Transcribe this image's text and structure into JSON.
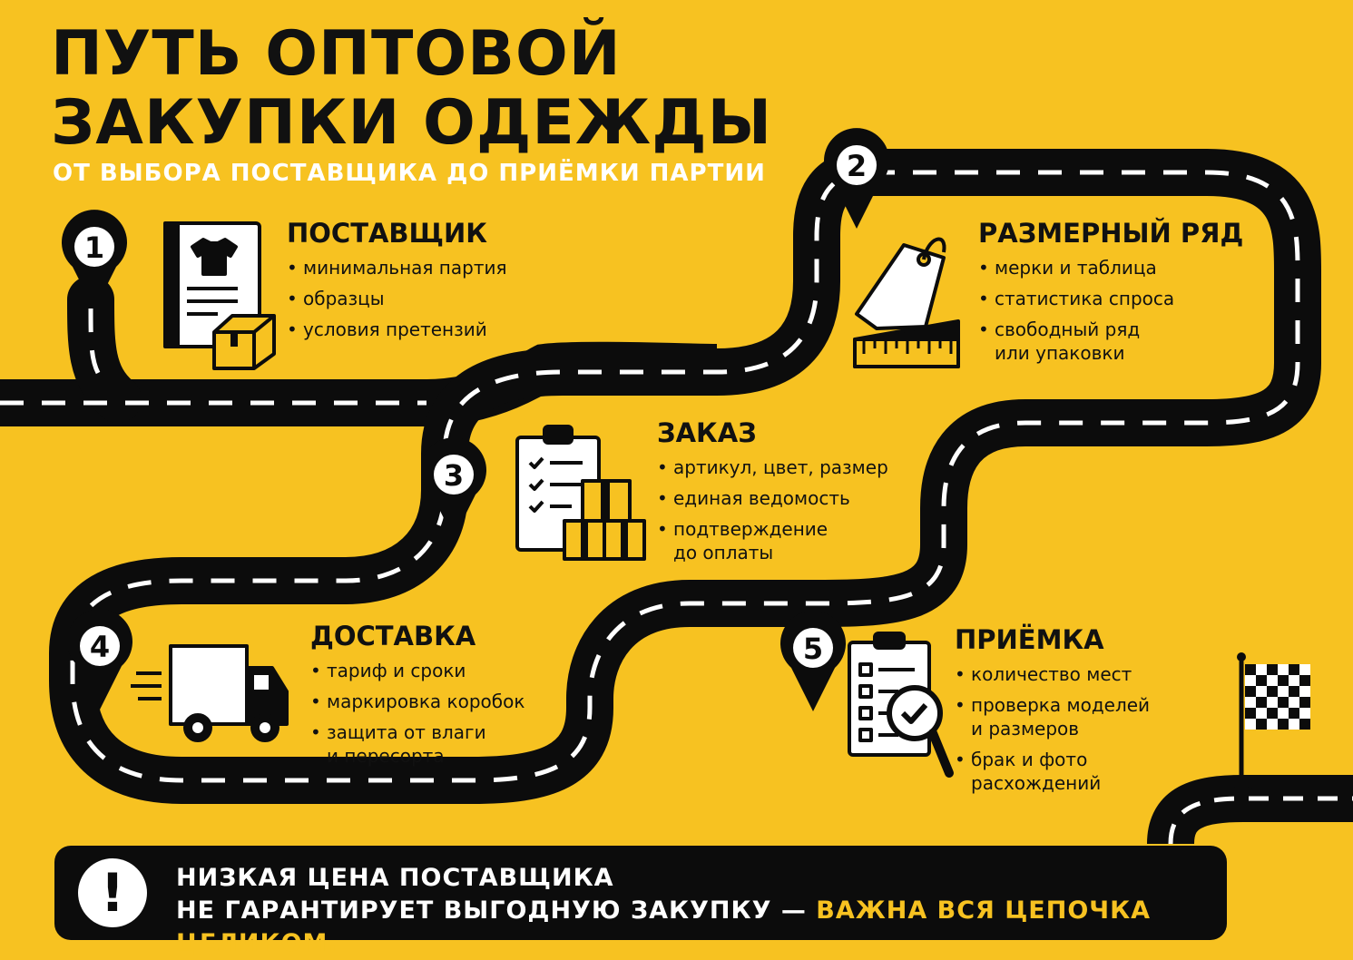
{
  "header": {
    "title_line1": "ПУТЬ ОПТОВОЙ",
    "title_line2": "ЗАКУПКИ ОДЕЖДЫ",
    "subtitle": "ОТ ВЫБОРА ПОСТАВЩИКА ДО ПРИЁМКИ ПАРТИИ"
  },
  "colors": {
    "background": "#F7C221",
    "road": "#0c0c0c",
    "road_marking": "#ffffff",
    "highlight": "#F7C221"
  },
  "steps": [
    {
      "number": "1",
      "title": "ПОСТАВЩИК",
      "icon": "catalog-with-tshirt-and-box-icon",
      "items": [
        "минимальная партия",
        "образцы",
        "условия претензий"
      ]
    },
    {
      "number": "2",
      "title": "РАЗМЕРНЫЙ РЯД",
      "icon": "price-tag-and-ruler-icon",
      "items": [
        "мерки и таблица",
        "статистика спроса",
        "свободный ряд\nили упаковки"
      ]
    },
    {
      "number": "3",
      "title": "ЗАКАЗ",
      "icon": "checklist-clipboard-with-boxes-icon",
      "items": [
        "артикул, цвет, размер",
        "единая ведомость",
        "подтверждение\nдо оплаты"
      ]
    },
    {
      "number": "4",
      "title": "ДОСТАВКА",
      "icon": "delivery-truck-icon",
      "items": [
        "тариф и сроки",
        "маркировка коробок",
        "защита от влаги\nи пересорта"
      ]
    },
    {
      "number": "5",
      "title": "ПРИЁМКА",
      "icon": "checklist-with-magnifier-icon",
      "items": [
        "количество мест",
        "проверка моделей\nи размеров",
        "брак и фото\nрасхождений"
      ]
    }
  ],
  "finish_icon": "checkered-finish-flag-icon",
  "warning": {
    "icon": "exclamation-icon",
    "mark": "!",
    "line1": "НИЗКАЯ ЦЕНА ПОСТАВЩИКА",
    "line2": "НЕ ГАРАНТИРУЕТ ВЫГОДНУЮ ЗАКУПКУ —",
    "highlight": "ВАЖНА ВСЯ ЦЕПОЧКА ЦЕЛИКОМ."
  }
}
